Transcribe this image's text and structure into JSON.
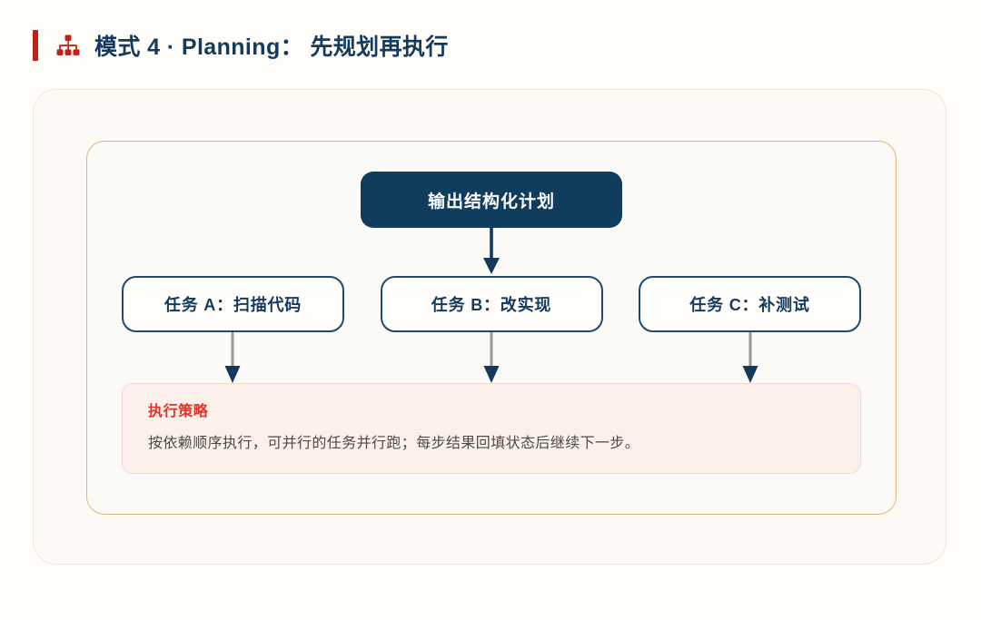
{
  "header": {
    "accent_color": "#c0221b",
    "title_color": "#143a5e",
    "icon": "sitemap-icon",
    "title": "模式 4 · Planning： 先规划再执行"
  },
  "card": {
    "background": "#fdf9f5",
    "border_color": "#efe7de",
    "inner_panel": {
      "background": "#fcfaf6",
      "border_color": "#e3b37d"
    }
  },
  "diagram": {
    "type": "flowchart",
    "root": {
      "label": "输出结构化计划",
      "fill": "#103c5e",
      "text_color": "#ffffff"
    },
    "root_arrow": {
      "color": "#103c5e",
      "direction": "down"
    },
    "tasks": [
      {
        "label": "任务 A：扫描代码",
        "border_color": "#1c4a70",
        "fill": "#fffefb"
      },
      {
        "label": "任务 B：改实现",
        "border_color": "#1c4a70",
        "fill": "#fffefb"
      },
      {
        "label": "任务 C：补测试",
        "border_color": "#1c4a70",
        "fill": "#fffefb"
      }
    ],
    "task_arrows": {
      "line_color": "#9a9894",
      "head_color": "#14395c",
      "direction": "down",
      "count": 3
    },
    "strategy": {
      "title": "执行策略",
      "title_color": "#e0332a",
      "description": "按依赖顺序执行，可并行的任务并行跑；每步结果回填状态后继续下一步。",
      "background": "#fdf0ea",
      "border_color": "#f5d9cf"
    }
  }
}
